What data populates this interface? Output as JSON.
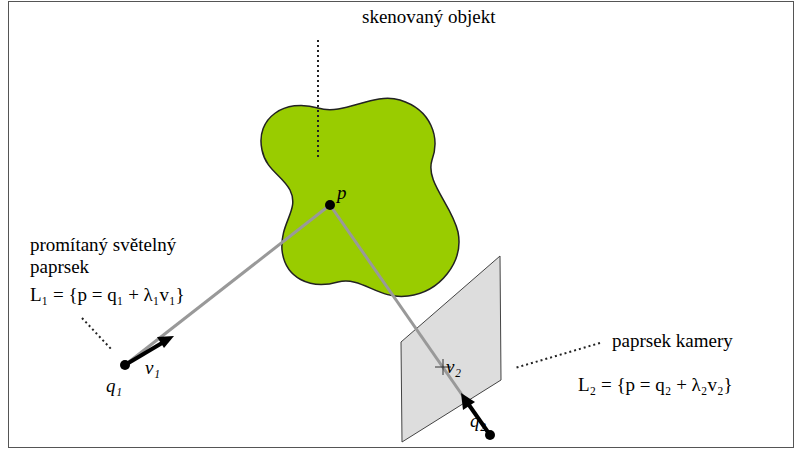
{
  "diagram": {
    "labels": [
      "skenovaný objekt",
      "p",
      "promítaný světelný paprsek",
      "L₁ = {p = q₁ + λ₁v₁}",
      "v₁",
      "q₁",
      "v₂",
      "paprsek kamery",
      "L₂ = {p = q₂ + λ₂v₂}",
      "q₂"
    ]
  }
}
